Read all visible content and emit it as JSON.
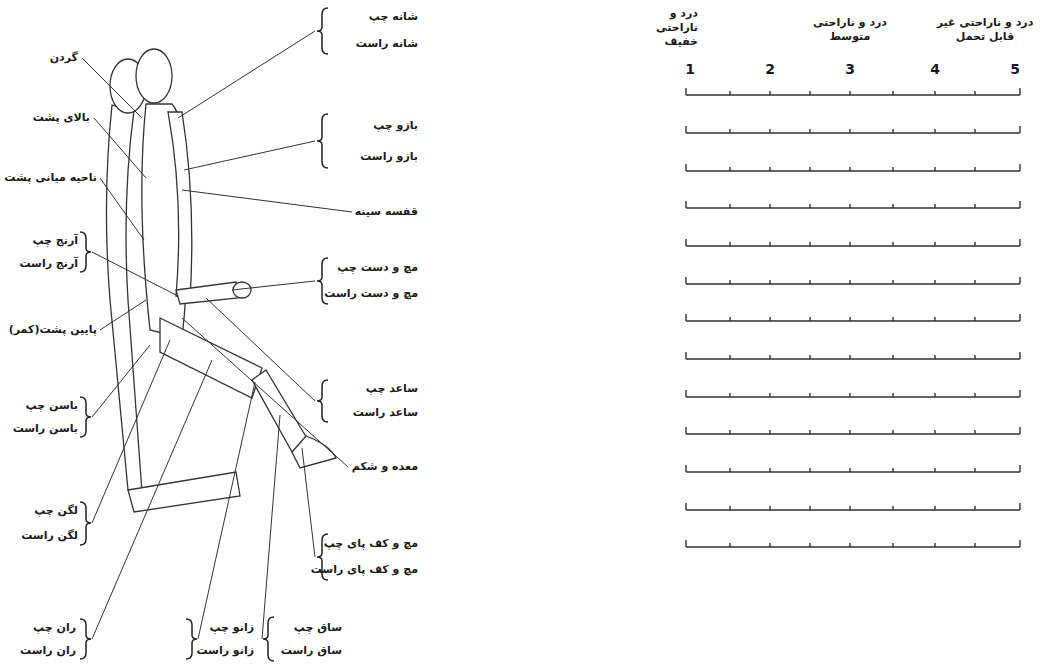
{
  "diagram": {
    "labels": [
      "شانه چپ",
      "شانه راست",
      "گردن",
      "بالای پشت",
      "بازو چپ",
      "بازو راست",
      "ناحیه میانی پشت",
      "قفسه سینه",
      "آرنج چپ",
      "آرنج راست",
      "مچ و دست چپ",
      "مچ و دست راست",
      "پایین پشت(کمر)",
      "ساعد چپ",
      "ساعد راست",
      "باسن چپ",
      "باسن راست",
      "معده و شکم",
      "لگن چپ",
      "لگن راست",
      "مچ و کف پای چپ",
      "مچ و کف پای راست",
      "ران چپ",
      "ران راست",
      "زانو چپ",
      "زانو راست",
      "ساق چپ",
      "ساق راست",
      "درد و ناراحتی خفیف",
      "درد و ناراحتی متوسط",
      "درد و ناراحتی غیر قابل تحمل",
      "1",
      "2",
      "3",
      "4",
      "5"
    ]
  }
}
